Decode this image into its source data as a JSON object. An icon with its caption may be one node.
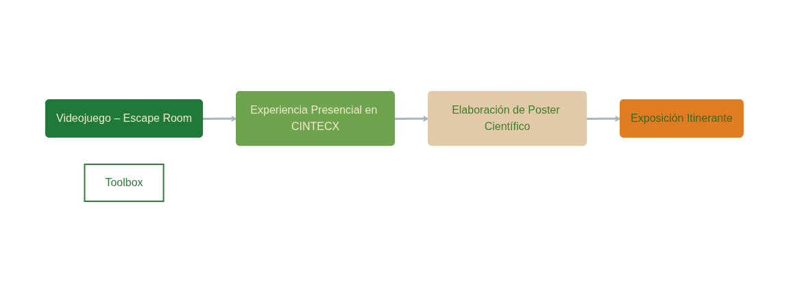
{
  "diagram": {
    "nodes": [
      {
        "text": [
          "Videojuego – Escape Room"
        ]
      },
      {
        "text": [
          "Experiencia Presencial en CINTECX"
        ]
      },
      {
        "text": [
          "Elaboración de Poster Científico"
        ]
      },
      {
        "text": [
          "Exposición Itinerante"
        ]
      },
      {
        "text": [
          "Toolbox"
        ]
      }
    ],
    "edges": [
      {
        "from": 0,
        "to": 1,
        "arrow": "to"
      },
      {
        "from": 1,
        "to": 2,
        "arrow": "to"
      },
      {
        "from": 2,
        "to": 3,
        "arrow": "to"
      }
    ]
  }
}
